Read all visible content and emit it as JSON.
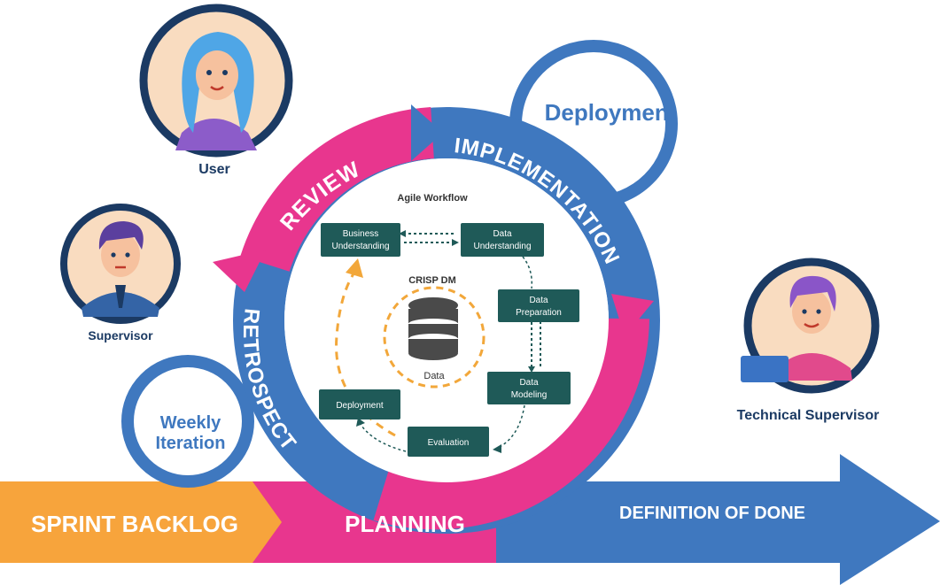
{
  "colors": {
    "blue": "#3f78bf",
    "pink": "#e8368e",
    "orange": "#f7a43c",
    "dark_teal": "#1f5a58",
    "dashed_orange": "#f2a73a",
    "dashed_teal": "#1f5a58",
    "white": "#ffffff",
    "label_navy": "#1b3a63",
    "db_gray": "#4a4a4a"
  },
  "people": [
    {
      "id": "user",
      "label": "User",
      "icon": "woman-avatar-icon"
    },
    {
      "id": "supervisor",
      "label": "Supervisor",
      "icon": "man-suit-avatar-icon"
    },
    {
      "id": "technical_supervisor",
      "label": "Technical Supervisor",
      "icon": "developer-avatar-icon"
    }
  ],
  "bubbles": {
    "deployment": "Deployment",
    "weekly_iteration_line1": "Weekly",
    "weekly_iteration_line2": "Iteration"
  },
  "ring": {
    "review": "REVIEW",
    "implementation": "IMPLEMENTATION",
    "retrospect": "RETROSPECT",
    "planning": "PLANNING"
  },
  "arrow": {
    "sprint_backlog": "SPRINT BACKLOG",
    "definition_of_done": "DEFINITION OF DONE"
  },
  "crisp": {
    "title": "Agile Workflow",
    "subtitle": "CRISP DM",
    "center_label": "Data",
    "center_icon": "database-icon",
    "steps": {
      "business_understanding": [
        "Business",
        "Understanding"
      ],
      "data_understanding": [
        "Data",
        "Understanding"
      ],
      "data_preparation": [
        "Data",
        "Preparation"
      ],
      "data_modeling": [
        "Data",
        "Modeling"
      ],
      "evaluation": [
        "Evaluation"
      ],
      "deployment": [
        "Deployment"
      ]
    }
  }
}
